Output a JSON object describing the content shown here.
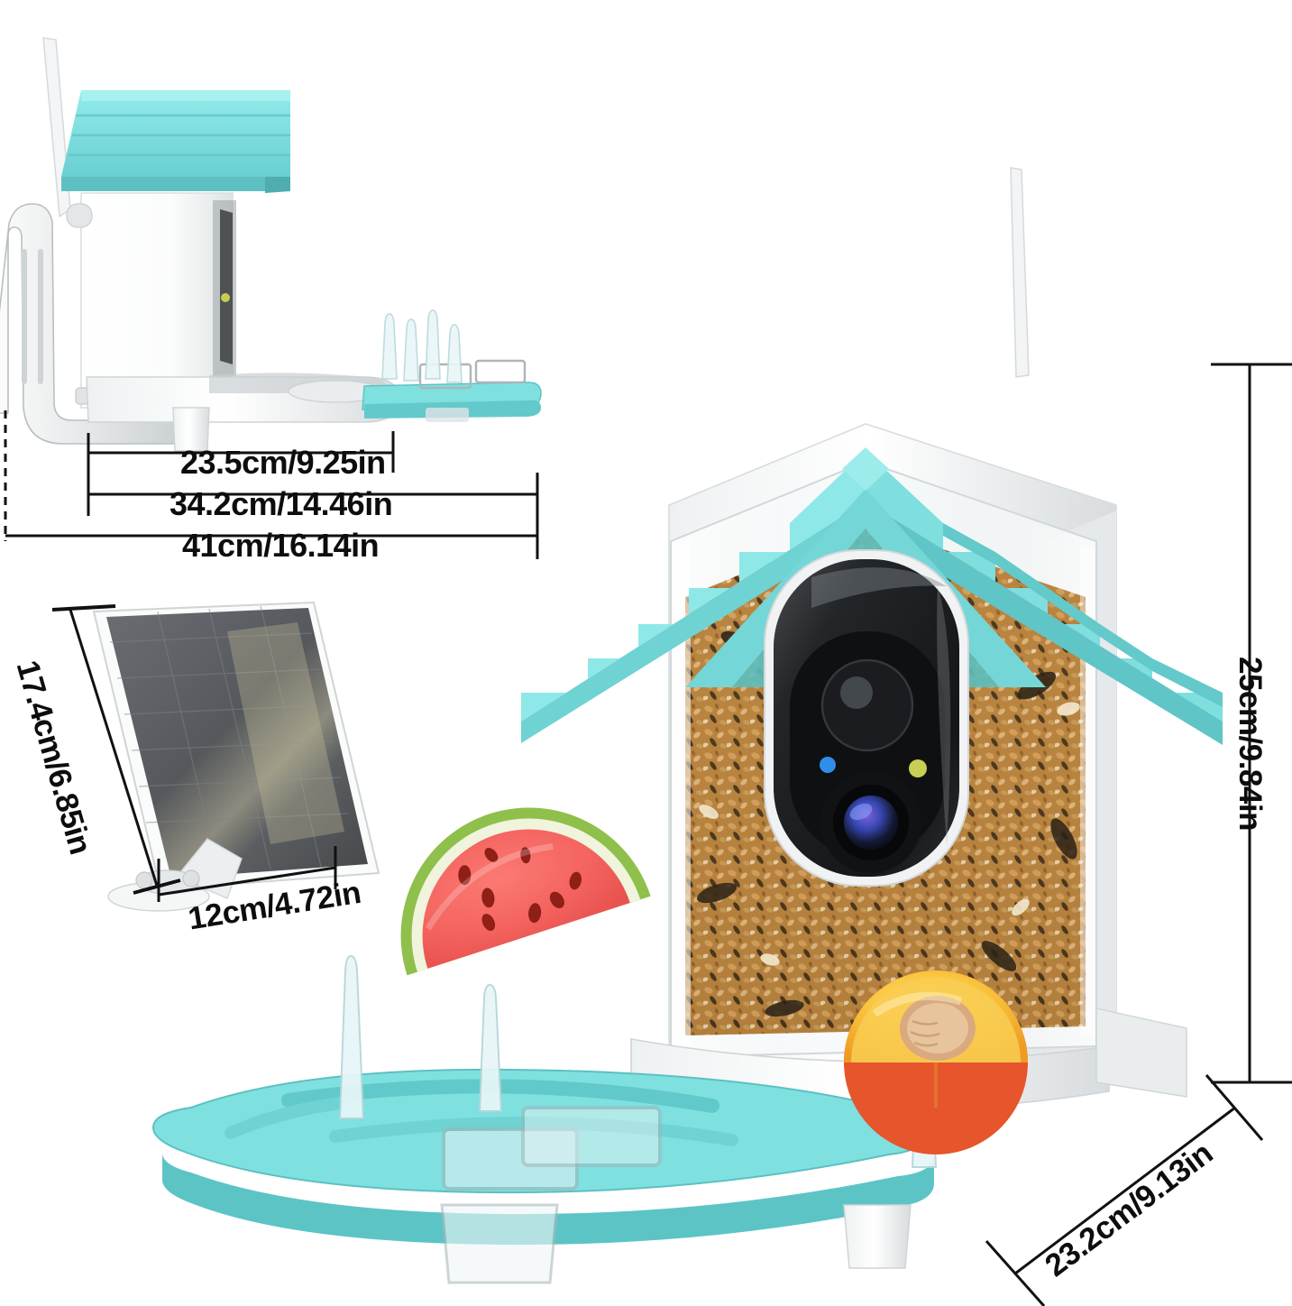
{
  "product": {
    "name": "smart-bird-feeder-camera",
    "colors": {
      "teal_light": "#8FE8E8",
      "teal_mid": "#7DDCDC",
      "teal_dark": "#62C3C3",
      "teal_shadow": "#4FAFB0",
      "white_body": "#FFFFFF",
      "white_shade": "#E8EAEA",
      "grey_line": "#BFC4C6",
      "camera_black": "#1B1D1F",
      "led_blue": "#2F8FE8",
      "led_yellow": "#C9CF55",
      "seed_tan": "#C9974F",
      "seed_dark": "#4A3722",
      "watermelon_red": "#F4635F",
      "watermelon_rind": "#8FC04B",
      "peach_flesh": "#F7C43C",
      "peach_skin": "#E6552B",
      "solar_panel": "#55585C",
      "dim_line": "#111111"
    }
  },
  "dimensions": {
    "side_view": [
      {
        "id": "tray-width",
        "label": "23.5cm/9.25in",
        "value_cm": 23.5,
        "value_in": 9.25
      },
      {
        "id": "body-depth",
        "label": "34.2cm/14.46in",
        "value_cm": 34.2,
        "value_in": 14.46
      },
      {
        "id": "total-depth",
        "label": "41cm/16.14in",
        "value_cm": 41,
        "value_in": 16.14
      }
    ],
    "solar_panel": [
      {
        "id": "panel-height",
        "label": "17.4cm/6.85in",
        "value_cm": 17.4,
        "value_in": 6.85
      },
      {
        "id": "panel-width",
        "label": "12cm/4.72in",
        "value_cm": 12,
        "value_in": 4.72
      }
    ],
    "main_view": [
      {
        "id": "feeder-height",
        "label": "25cm/9.84in",
        "value_cm": 25,
        "value_in": 9.84
      },
      {
        "id": "feeder-depth",
        "label": "23.2cm/9.13in",
        "value_cm": 23.2,
        "value_in": 9.13
      }
    ]
  },
  "parts": {
    "antenna": "antenna",
    "roof": "stepped-gable-roof",
    "housing": "white-housing",
    "seed_hopper": "transparent-seed-hopper",
    "seed_fill": "mixed-birdseed",
    "camera": "security-camera-module",
    "lens": "camera-lens",
    "sensor": "pir-motion-sensor",
    "led_blue": "status-led-blue",
    "led_yellow": "status-led-yellow",
    "perch": "teal-perch-platform",
    "spikes": "clear-fruit-spikes",
    "tray": "clear-feed-tray",
    "mount_bracket": "j-hook-mount-bracket",
    "post": "mounting-post",
    "solar_panel": "solar-panel",
    "solar_mount": "solar-panel-ball-mount",
    "watermelon": "watermelon-slice",
    "peach": "peach-half"
  }
}
